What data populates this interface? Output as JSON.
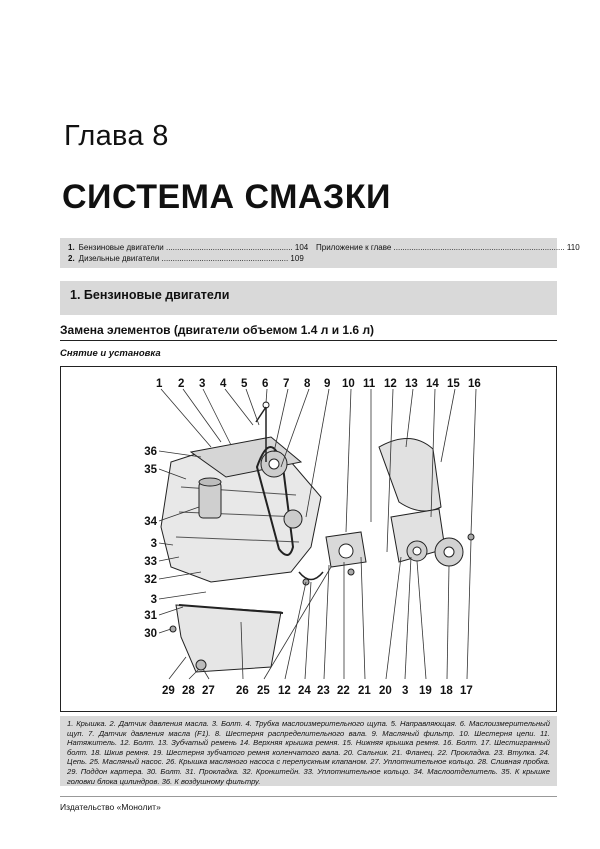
{
  "chapter": "Глава 8",
  "title": "СИСТЕМА СМАЗКИ",
  "toc": {
    "items": [
      {
        "num": "1.",
        "text": "Бензиновые двигатели ......................................................... 104"
      },
      {
        "num": "2.",
        "text": "Дизельные двигатели ......................................................... 109"
      },
      {
        "num": "",
        "text": "Приложение к главе ............................................................................. 110"
      }
    ]
  },
  "section": {
    "title": "1. Бензиновые двигатели"
  },
  "subsection": {
    "title": "Замена элементов (двигатели объемом 1.4 л и 1.6 л)"
  },
  "subsubsection": {
    "title": "Снятие и установка"
  },
  "figure": {
    "callouts_top": [
      "1",
      "2",
      "3",
      "4",
      "5",
      "6",
      "7",
      "8",
      "9",
      "10",
      "11",
      "12",
      "13",
      "14",
      "15",
      "16"
    ],
    "callouts_left": [
      "36",
      "35",
      "34",
      "3",
      "33",
      "32",
      "3",
      "31",
      "30"
    ],
    "callouts_bottom": [
      "29",
      "28",
      "27",
      "26",
      "25",
      "12",
      "24",
      "23",
      "22",
      "21",
      "20",
      "3",
      "19",
      "18",
      "17"
    ]
  },
  "caption": {
    "text": "1. Крышка. 2. Датчик давления масла. 3. Болт. 4. Трубка маслоизмерительного щупа. 5. Направляющая. 6. Маслоизмерительный щуп. 7. Датчик давления масла (F1). 8. Шестерня распределительного вала. 9. Масляный фильтр. 10. Шестерня цепи. 11. Натяжитель. 12. Болт. 13. Зубчатый ремень 14. Верхняя крышка ремня. 15. Нижняя крышка ремня. 16. Болт. 17. Шестигранный болт. 18. Шкив ремня. 19. Шестерня зубчатого ремня коленчатого вала. 20. Сальник. 21. Фланец. 22. Прокладка. 23. Втулка. 24. Цепь. 25. Масляный насос. 26. Крышка масляного насоса с перепускным клапаном. 27. Уплотнительное кольцо. 28. Сливная пробка. 29. Поддон картера. 30. Болт. 31. Прокладка. 32. Кронштейн. 33. Уплотнительное кольцо. 34. Маслоотделитель. 35. К крышке головки блока цилиндров. 36. К воздушному фильтру."
  },
  "publisher": "Издательство «Монолит»"
}
